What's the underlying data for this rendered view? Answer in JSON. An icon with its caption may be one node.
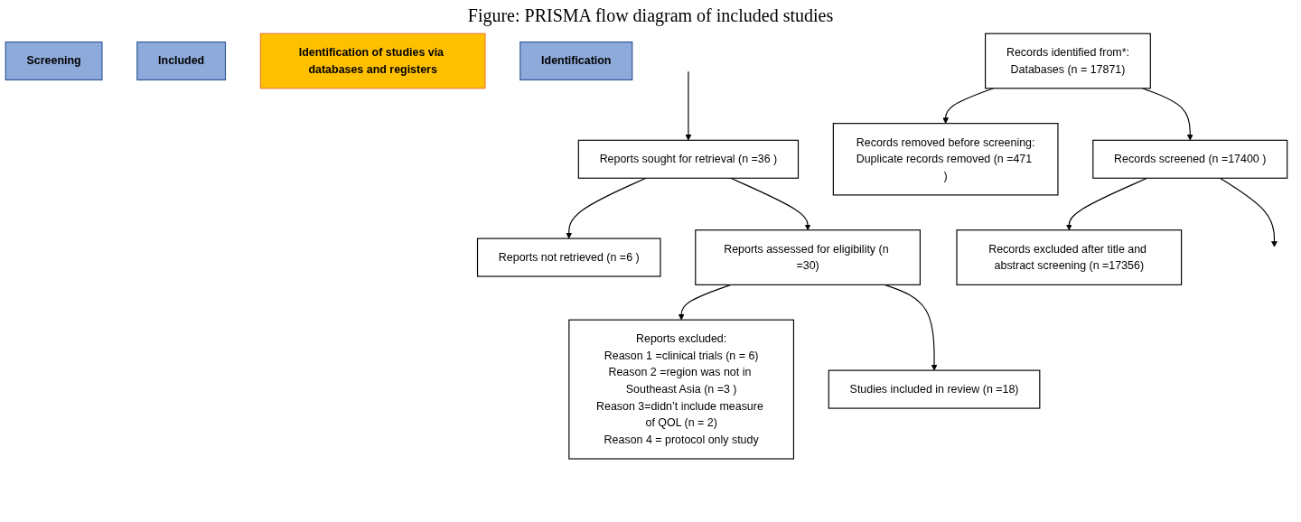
{
  "diagram": {
    "title": "Figure: PRISMA flow diagram of included studies",
    "nodes": [
      {
        "text": [
          "Screening"
        ]
      },
      {
        "text": [
          "Included"
        ]
      },
      {
        "text": [
          "Reports sought for retrieval (n =36 )"
        ]
      },
      {
        "text": [
          "Reports not retrieved (n =6 )"
        ]
      },
      {
        "text": [
          "Reports assessed for eligibility (n =30)"
        ]
      },
      {
        "text": [
          "Reports excluded:",
          "Reason 1 =clinical trials (n = 6)",
          "Reason 2 =region was not in Southeast Asia (n =3 )",
          "Reason 3=didn’t include measure of QOL (n = 2)",
          "Reason 4 = protocol only study"
        ]
      },
      {
        "text": [
          "Studies included in review (n =18)"
        ]
      },
      {
        "text": [
          "Identification of studies via databases and registers"
        ]
      },
      {
        "text": [
          "Identification"
        ]
      },
      {
        "text": [
          "Records identified from*:",
          "Databases (n = 17871)"
        ]
      },
      {
        "text": [
          "Records removed before screening:",
          "Duplicate records removed (n =471 )"
        ]
      },
      {
        "text": [
          "Records screened (n =17400 )"
        ]
      },
      {
        "text": [
          "Records excluded after title and abstract screening (n =17356)"
        ]
      }
    ],
    "edges": [
      {
        "from": null,
        "to": 2,
        "arrow": "to"
      },
      {
        "from": 2,
        "to": 3,
        "arrow": "to"
      },
      {
        "from": 2,
        "to": 4,
        "arrow": "to"
      },
      {
        "from": 4,
        "to": 5,
        "arrow": "to"
      },
      {
        "from": 4,
        "to": 6,
        "arrow": "to"
      },
      {
        "from": 9,
        "to": 10,
        "arrow": "to"
      },
      {
        "from": 9,
        "to": 11,
        "arrow": "to"
      },
      {
        "from": 11,
        "to": 12,
        "arrow": "to"
      },
      {
        "from": 11,
        "to": null,
        "arrow": "to"
      }
    ]
  }
}
